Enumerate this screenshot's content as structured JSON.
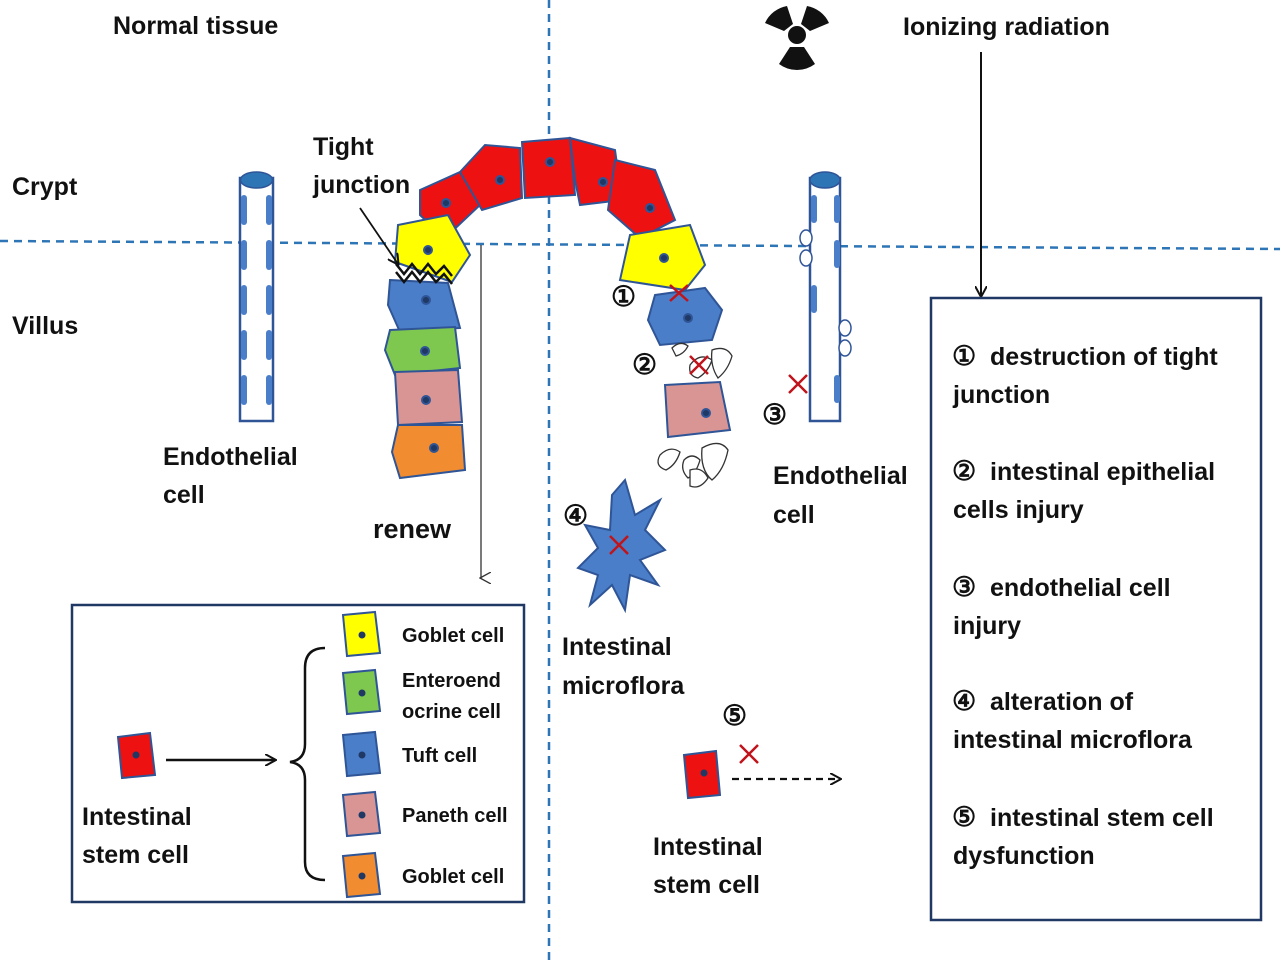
{
  "labels": {
    "normal_tissue": "Normal tissue",
    "ionizing_radiation": "Ionizing radiation",
    "crypt": "Crypt",
    "villus": "Villus",
    "tight_junction": [
      "Tight",
      "junction"
    ],
    "endothelial_left": [
      "Endothelial",
      "cell"
    ],
    "endothelial_right": [
      "Endothelial",
      "cell"
    ],
    "renew": "renew",
    "microflora": [
      "Intestinal",
      "microflora"
    ],
    "stem_left": [
      "Intestinal",
      "stem cell"
    ],
    "stem_right": [
      "Intestinal",
      "stem cell"
    ],
    "markers": [
      "①",
      "②",
      "③",
      "④",
      "⑤"
    ]
  },
  "legend": {
    "cells": [
      {
        "label": [
          "Goblet cell"
        ],
        "color": "#ffff00"
      },
      {
        "label": [
          "Enteroend",
          "ocrine cell"
        ],
        "color": "#7ec850"
      },
      {
        "label": [
          "Tuft cell"
        ],
        "color": "#4a7ec8"
      },
      {
        "label": [
          "Paneth cell"
        ],
        "color": "#d99594"
      },
      {
        "label": [
          "Goblet cell"
        ],
        "color": "#f28c30"
      }
    ]
  },
  "effects": [
    {
      "num": "①",
      "text": [
        "destruction of tight",
        "junction"
      ]
    },
    {
      "num": "②",
      "text": [
        "intestinal epithelial",
        "cells injury"
      ]
    },
    {
      "num": "③",
      "text": [
        "endothelial cell",
        "injury"
      ]
    },
    {
      "num": "④",
      "text": [
        "alteration of",
        "intestinal microflora"
      ]
    },
    {
      "num": "⑤",
      "text": [
        "intestinal stem cell",
        "dysfunction"
      ]
    }
  ],
  "colors": {
    "stem": "#ee1111",
    "yellow": "#ffff00",
    "blue": "#4a7ec8",
    "green": "#7ec850",
    "pink": "#d99594",
    "orange": "#f28c30",
    "outline": "#2f5597",
    "dash": "#2e75b6",
    "cross": "#c0141c"
  }
}
